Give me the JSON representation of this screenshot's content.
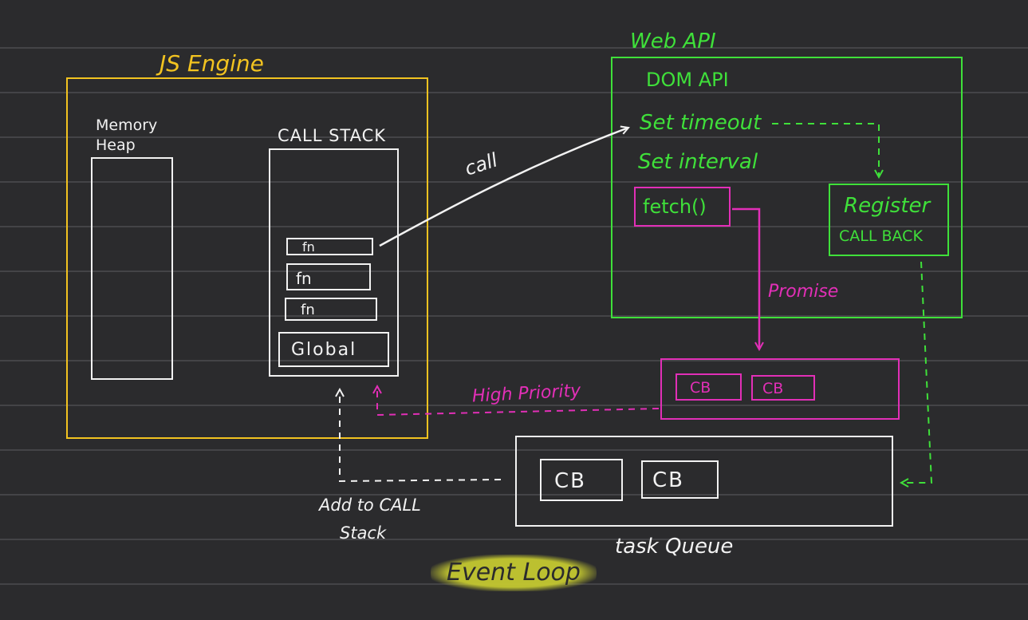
{
  "js_engine": {
    "title": "JS Engine",
    "memory_heap_label": "Memory Heap",
    "call_stack_label": "CALL STACK",
    "stack_frames": [
      "fn",
      "fn",
      "fn",
      "Global"
    ]
  },
  "web_api": {
    "title": "Web API",
    "items": [
      "DOM API",
      "Set timeout",
      "Set interval",
      "fetch()"
    ],
    "register_line1": "Register",
    "register_line2": "CALL BACK"
  },
  "arrows": {
    "call": "call",
    "promise": "Promise",
    "high_priority": "High Priority",
    "add_to_stack_line1": "Add to CALL",
    "add_to_stack_line2": "Stack"
  },
  "microtask_queue": {
    "items": [
      "CB",
      "CB"
    ]
  },
  "task_queue": {
    "title": "task Queue",
    "items": [
      "CB",
      "CB"
    ]
  },
  "event_loop": "Event Loop",
  "colors": {
    "background": "#2b2b2d",
    "js_engine": "#f2c320",
    "web_api": "#3fe03a",
    "microtask": "#e22fb7",
    "chalk": "#f2f2f2"
  }
}
